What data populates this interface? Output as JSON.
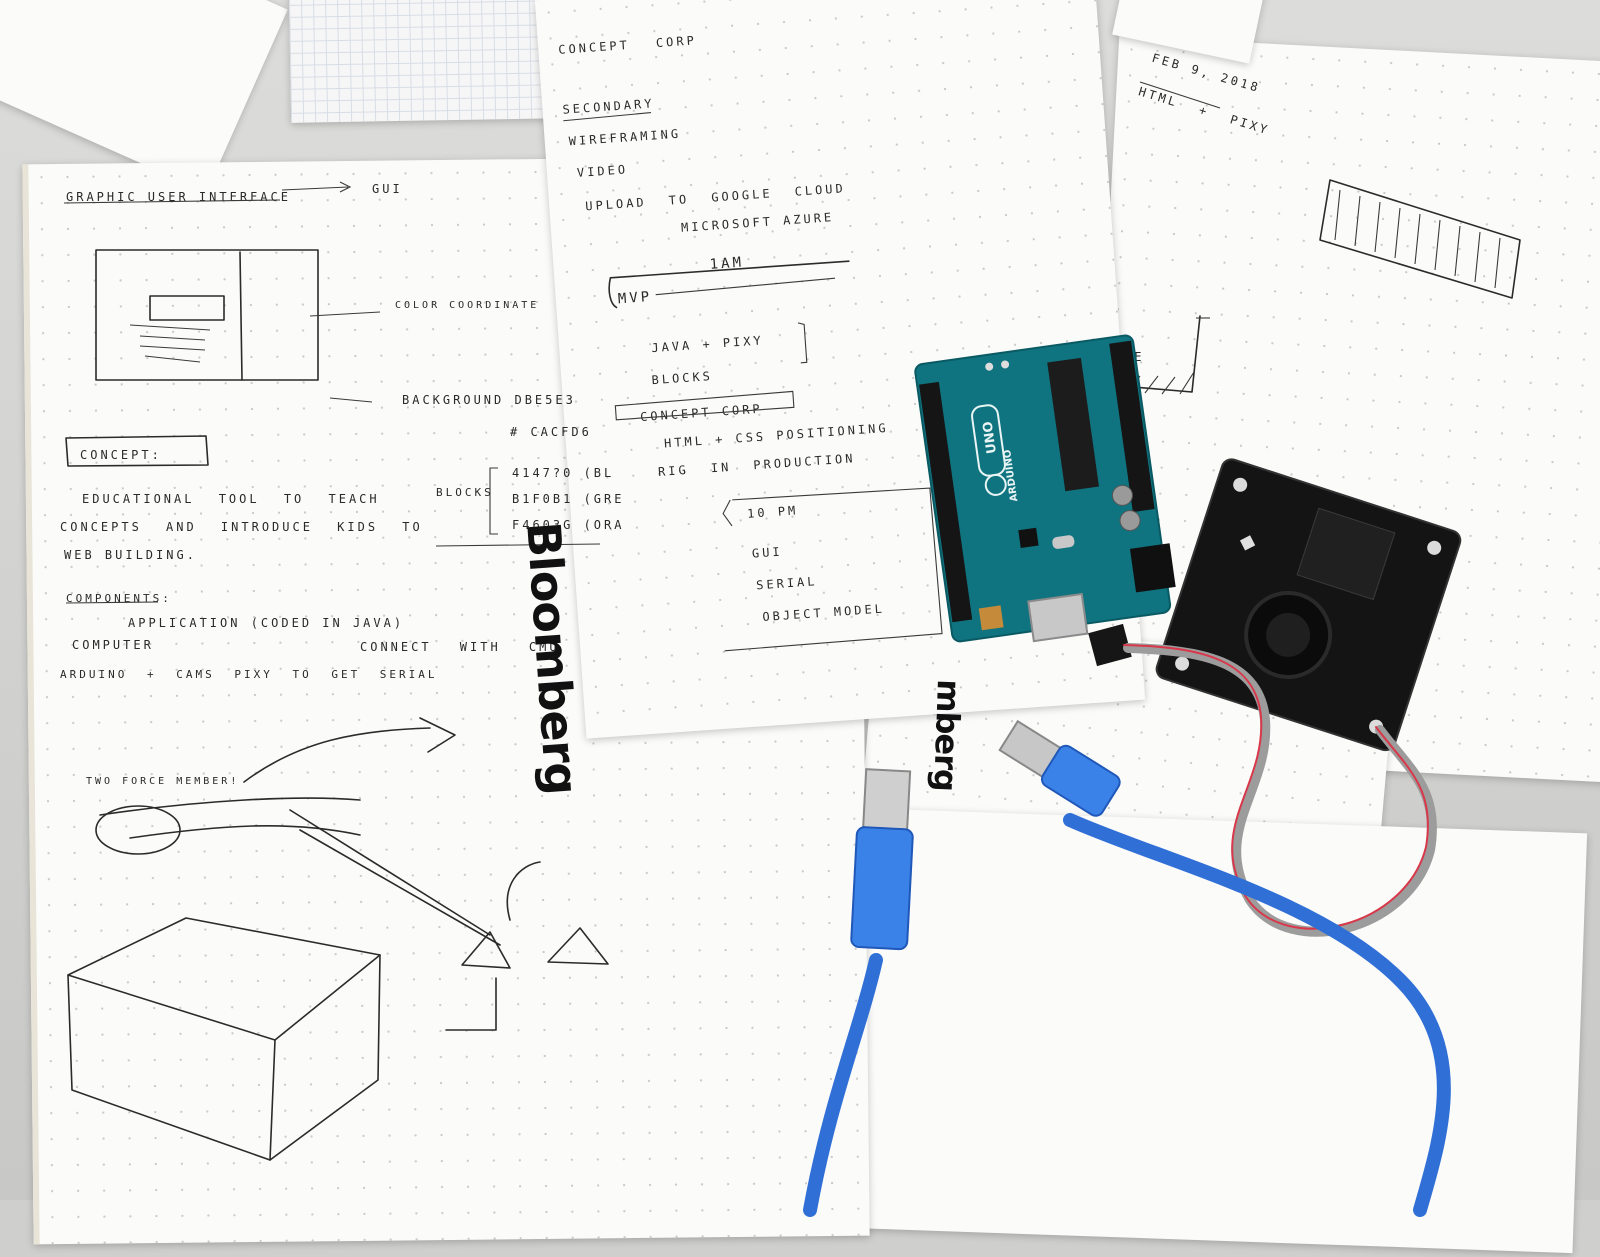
{
  "scene": "Desk with hand-sketched notes, an Arduino Uno board, a Pixy camera module and a blue USB cable",
  "left_notebook": {
    "heading": "GRAPHIC USER INTERFACE",
    "heading_arrow_target": "GUI",
    "color_note": "COLOR COORDINATE",
    "background_note": "BACKGROUND DBE5E3",
    "color2": "# CACFD6",
    "blocks_label": "BLOCKS",
    "hex_values": [
      "4147?0 (BL",
      "B1F0B1 (GRE",
      "F4603G (ORA"
    ],
    "concept_title": "CONCEPT:",
    "concept_lines": [
      "EDUCATIONAL TOOL TO TEACH",
      "CONCEPTS AND INTRODUCE KIDS TO",
      "WEB BUILDING."
    ],
    "components_title": "COMPONENTS:",
    "component_lines": [
      "APPLICATION (CODED IN JAVA)",
      "COMPUTER",
      "CONNECT WITH CMU",
      "ARDUINO + CAMS PIXY TO GET SERIAL"
    ],
    "sketch_note": "TWO FORCE MEMBER!"
  },
  "middle_sheet": {
    "top_item": "CONCEPT CORP",
    "secondary_title": "SECONDARY",
    "secondary_items": [
      "WIREFRAMING",
      "VIDEO",
      "UPLOAD TO GOOGLE CLOUD",
      "MICROSOFT AZURE"
    ],
    "time_1": "1AM",
    "mvp": "MVP",
    "list_items": [
      "JAVA + PIXY",
      "BLOCKS",
      "CONCEPT CORP",
      "HTML + CSS POSITIONING",
      "RIG IN PRODUCTION"
    ],
    "time_2": "10 PM",
    "list_items_2": [
      "GUI",
      "SERIAL",
      "OBJECT MODEL"
    ],
    "brand": "Bloomberg"
  },
  "right_sheet": {
    "date": "FEB 9, 2018",
    "note": "HTML + PIXY",
    "fragment": "CE"
  },
  "lower_sheet": {
    "brand_fragment": "mberg"
  },
  "arduino": {
    "label_uno": "UNO",
    "label_brand": "ARDUINO",
    "color": "#0f7480"
  },
  "camera": {
    "color": "#141414"
  },
  "usb_cable": {
    "color": "#2f6fd6"
  }
}
